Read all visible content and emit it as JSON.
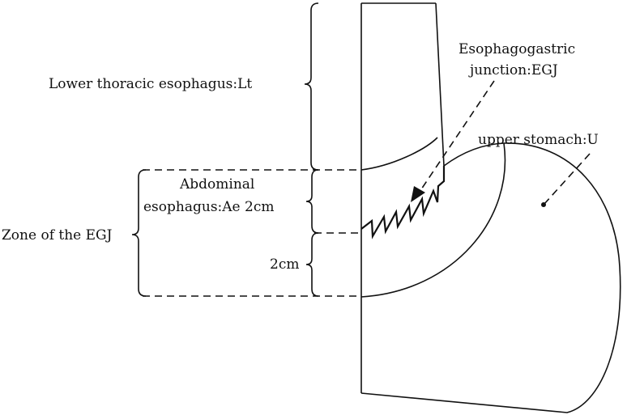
{
  "labels": {
    "lower_thoracic": "Lower thoracic esophagus:Lt",
    "egj_line1": "Esophagogastric",
    "egj_line2": "junction:EGJ",
    "upper_stomach": "upper stomach:U",
    "abdominal_line1": "Abdominal",
    "abdominal_line2": "esophagus:Ae 2cm",
    "zone_egj": "Zone of the EGJ",
    "distance_2cm": "2cm"
  },
  "colors": {
    "stroke": "#111111",
    "background": "#ffffff"
  }
}
